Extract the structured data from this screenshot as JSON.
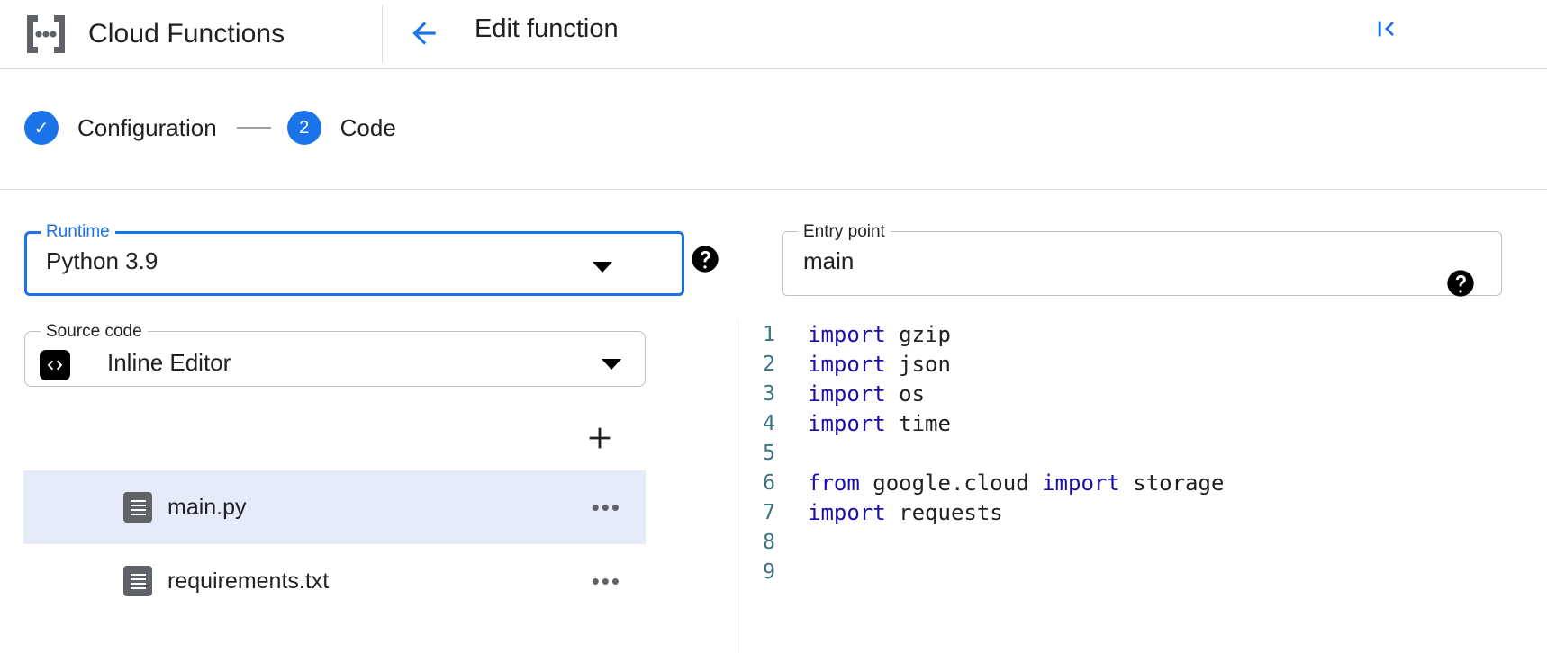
{
  "topbar": {
    "brand_title": "Cloud Functions",
    "brand_logo_icon": "cloud-functions-logo",
    "back_icon": "arrow-left-icon",
    "page_heading": "Edit function",
    "collapse_icon": "collapse-panel-left-icon",
    "accent_color": "#1a73e8"
  },
  "stepper": {
    "steps": [
      {
        "marker": "✓",
        "label": "Configuration",
        "state": "complete"
      },
      {
        "marker": "2",
        "label": "Code",
        "state": "active"
      }
    ]
  },
  "form": {
    "runtime": {
      "label": "Runtime",
      "value": "Python 3.9",
      "caret_icon": "chevron-down-icon",
      "help_icon": "help-filled-icon",
      "focused": true
    },
    "entry_point": {
      "label": "Entry point",
      "value": "main",
      "placeholder": "Entry point",
      "help_icon": "help-filled-icon",
      "focused": false
    },
    "source_code": {
      "label": "Source code",
      "value": "Inline Editor",
      "leading_icon": "code-brackets-icon",
      "caret_icon": "chevron-down-icon"
    }
  },
  "files": {
    "add_icon": "plus-icon",
    "more_glyph": "•••",
    "items": [
      {
        "name": "main.py",
        "icon": "file-document-icon",
        "selected": true
      },
      {
        "name": "requirements.txt",
        "icon": "file-document-icon",
        "selected": false
      }
    ]
  },
  "editor": {
    "lines": [
      {
        "n": "1",
        "tokens": [
          {
            "t": "import",
            "c": "kw"
          },
          {
            "t": " gzip",
            "c": ""
          }
        ]
      },
      {
        "n": "2",
        "tokens": [
          {
            "t": "import",
            "c": "kw"
          },
          {
            "t": " json",
            "c": ""
          }
        ]
      },
      {
        "n": "3",
        "tokens": [
          {
            "t": "import",
            "c": "kw"
          },
          {
            "t": " os",
            "c": ""
          }
        ]
      },
      {
        "n": "4",
        "tokens": [
          {
            "t": "import",
            "c": "kw"
          },
          {
            "t": " time",
            "c": ""
          }
        ]
      },
      {
        "n": "5",
        "tokens": []
      },
      {
        "n": "6",
        "tokens": [
          {
            "t": "from",
            "c": "kw"
          },
          {
            "t": " google.cloud ",
            "c": ""
          },
          {
            "t": "import",
            "c": "kw"
          },
          {
            "t": " storage",
            "c": ""
          }
        ]
      },
      {
        "n": "7",
        "tokens": [
          {
            "t": "import",
            "c": "kw"
          },
          {
            "t": " requests",
            "c": ""
          }
        ]
      },
      {
        "n": "8",
        "tokens": []
      },
      {
        "n": "9",
        "tokens": []
      }
    ]
  }
}
